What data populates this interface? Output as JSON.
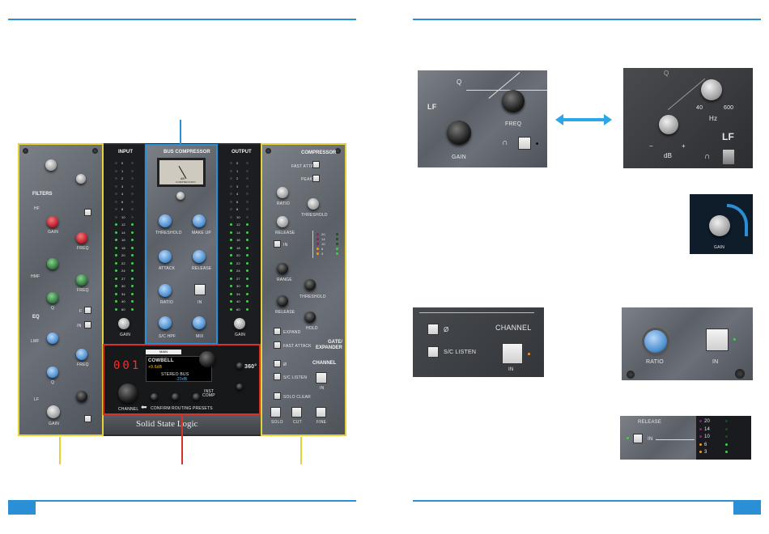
{
  "console": {
    "left_strip": {
      "filters": "FILTERS",
      "hf": "HF",
      "gain": "GAIN",
      "freq": "FREQ",
      "hmf": "HMF",
      "q": "Q",
      "eq": "EQ",
      "f": "F",
      "in": "IN",
      "lmf": "LMF",
      "lf": "LF"
    },
    "input": {
      "title": "INPUT",
      "scale": [
        "0",
        "1",
        "2",
        "3",
        "4",
        "6",
        "8",
        "10",
        "12",
        "14",
        "16",
        "18",
        "20",
        "22",
        "24",
        "27",
        "30",
        "34",
        "40",
        "60"
      ],
      "gain": "GAIN"
    },
    "bus": {
      "title": "BUS COMPRESSOR",
      "meter_db": "dB",
      "meter_label": "COMPRESSION",
      "threshold": "THRESHOLD",
      "makeup": "MAKE UP",
      "attack": "ATTACK",
      "release": "RELEASE",
      "ratio": "RATIO",
      "in": "IN",
      "sc_hpf": "S/C HPF",
      "mix": "MIX"
    },
    "output": {
      "title": "OUTPUT",
      "scale": [
        "0",
        "1",
        "2",
        "3",
        "4",
        "6",
        "8",
        "10",
        "12",
        "14",
        "16",
        "18",
        "20",
        "22",
        "24",
        "27",
        "30",
        "34",
        "40",
        "60"
      ],
      "gain": "GAIN"
    },
    "comp": {
      "title": "COMPRESSOR",
      "fast_attack": "FAST ATTACK",
      "peak": "PEAK",
      "ratio": "RATIO",
      "threshold": "THRESHOLD",
      "release": "RELEASE",
      "in": "IN",
      "gr_scale": [
        "20",
        "14",
        "10",
        "6",
        "3"
      ],
      "range": "RANGE",
      "threshold2": "THRESHOLD",
      "release2": "RELEASE",
      "hold": "HOLD",
      "expand": "EXPAND",
      "fast_attack2": "FAST ATTACK",
      "gate": "GATE/\nEXPANDER",
      "phase": "Ø",
      "sc_listen": "S/C LISTEN",
      "channel": "CHANNEL",
      "in2": "IN",
      "solo_clear": "SOLO CLEAR",
      "solo": "SOLO",
      "cut": "CUT",
      "fine": "FINE"
    },
    "display": {
      "number": "001",
      "main": "MAIN",
      "name": "COWBELL",
      "gain_a": "+9.6dB",
      "stereo_bus": "STEREO BUS",
      "gain_b": "-20dB",
      "inst": "INST",
      "comp": "COMP",
      "channel": "CHANNEL",
      "confirm": "CONFIRM",
      "routing": "ROUTING",
      "presets": "PRESETS",
      "logo_360": "360°"
    },
    "brand": "Solid State Logic"
  },
  "zoom_lf": {
    "q": "Q",
    "lf": "LF",
    "freq": "FREQ",
    "gain": "GAIN"
  },
  "zoom_vintage": {
    "q": "Q",
    "lf": "LF",
    "hz": "Hz",
    "f40": "40",
    "f600": "600",
    "db": "dB",
    "minus": "−",
    "plus": "+"
  },
  "zoom_gain": {
    "gain": "GAIN"
  },
  "zoom_channel": {
    "phase": "Ø",
    "sc_listen": "S/C LISTEN",
    "channel": "CHANNEL",
    "in": "IN"
  },
  "zoom_ratio": {
    "ratio": "RATIO",
    "in": "IN"
  },
  "zoom_release": {
    "release": "RELEASE",
    "in": "IN",
    "scale": [
      "20",
      "14",
      "10",
      "6",
      "3"
    ]
  },
  "colors": {
    "accent": "#2b8fd6",
    "callout_yellow": "#e5d23b",
    "callout_red": "#d9322a",
    "led_orange": "#f59a1c",
    "led_green": "#3fd14a"
  }
}
